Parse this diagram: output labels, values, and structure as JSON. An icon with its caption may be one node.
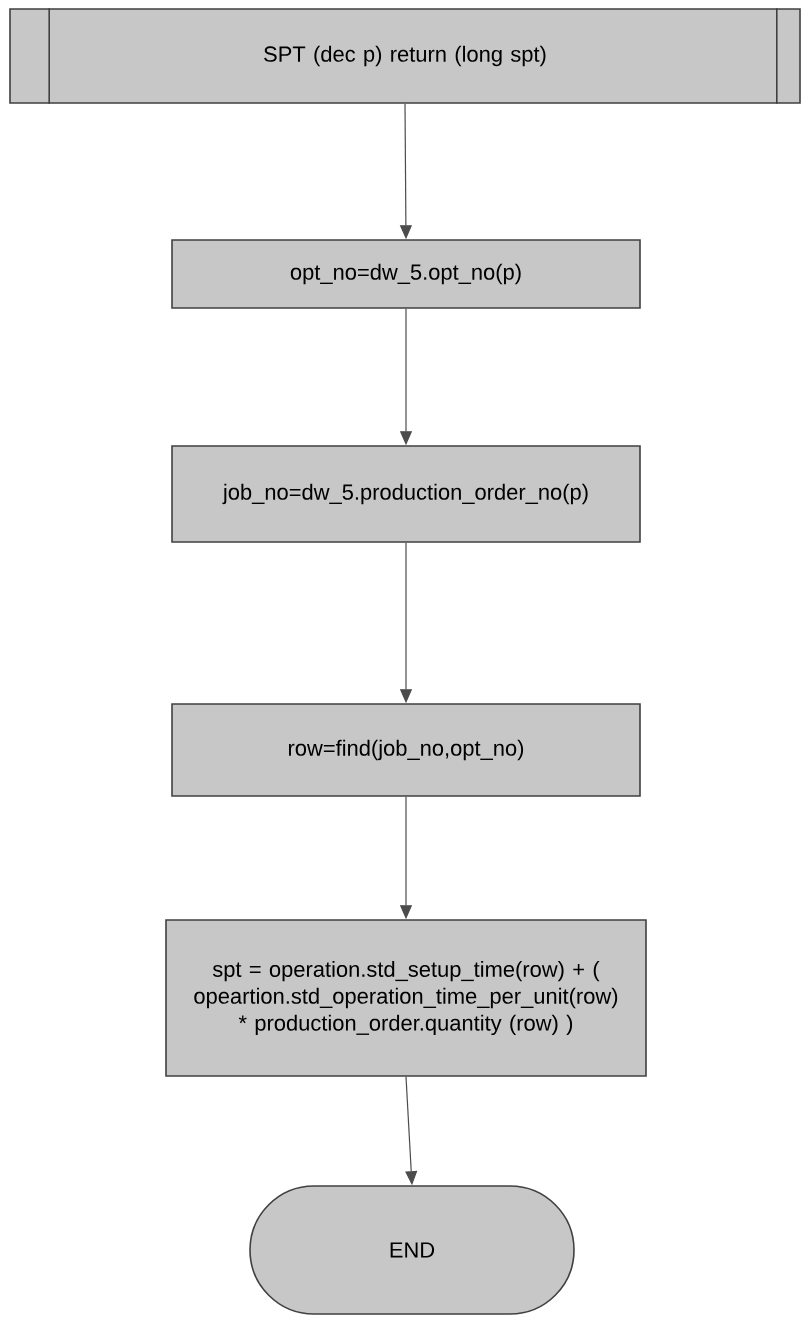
{
  "diagram": {
    "nodes": [
      {
        "text": [
          "SPT (dec p) return (long spt)"
        ]
      },
      {
        "text": [
          "opt_no=dw_5.opt_no(p)"
        ]
      },
      {
        "text": [
          "job_no=dw_5.production_order_no(p)"
        ]
      },
      {
        "text": [
          "row=find(job_no,opt_no)"
        ]
      },
      {
        "text": [
          "spt = operation.std_setup_time(row) + ( opeartion.std_operation_time_per_unit(row) * production_order.quantity (row) )"
        ]
      },
      {
        "text": [
          "END"
        ]
      }
    ],
    "edges": [
      {
        "from": 0,
        "to": 1,
        "arrow": "to"
      },
      {
        "from": 1,
        "to": 2,
        "arrow": "to"
      },
      {
        "from": 2,
        "to": 3,
        "arrow": "to"
      },
      {
        "from": 3,
        "to": 4,
        "arrow": "to"
      },
      {
        "from": 4,
        "to": 5,
        "arrow": "to"
      }
    ]
  }
}
